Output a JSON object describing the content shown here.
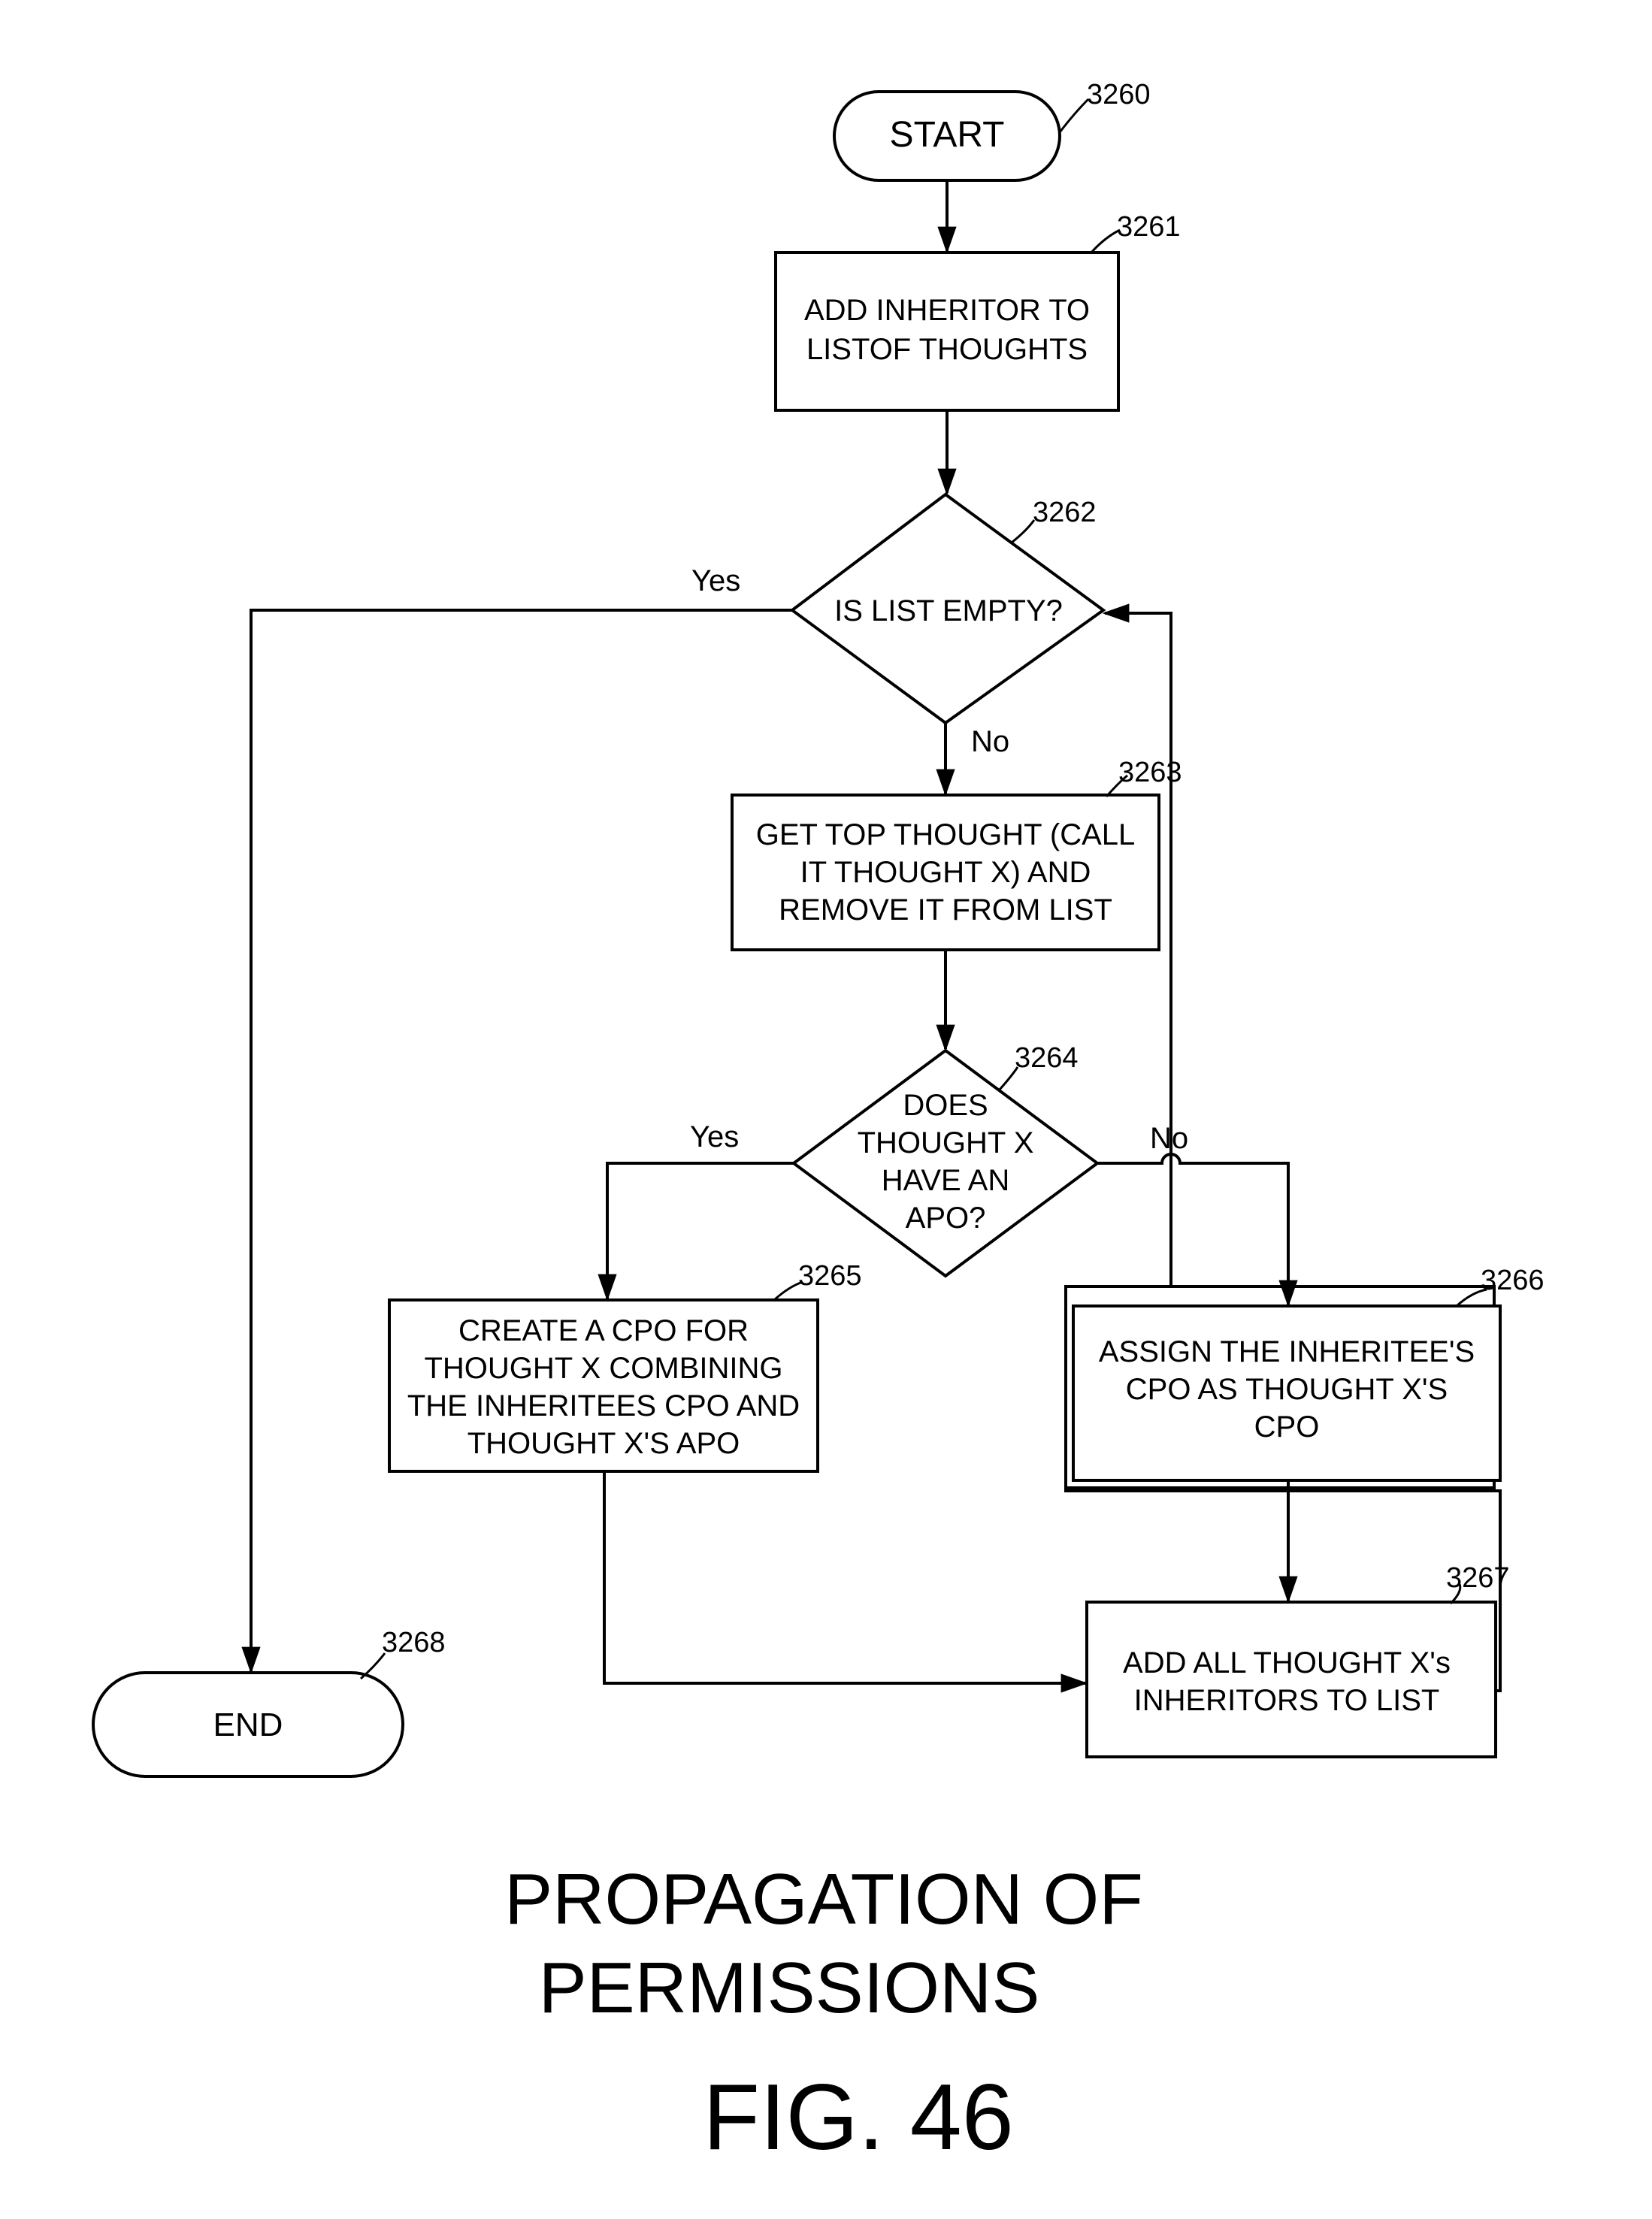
{
  "nodes": {
    "start": {
      "lines": [
        "START"
      ],
      "ref": "3260"
    },
    "add_inheritor": {
      "lines": [
        "ADD INHERITOR TO",
        "LISTOF THOUGHTS"
      ],
      "ref": "3261"
    },
    "is_list_empty": {
      "lines": [
        "IS LIST EMPTY?"
      ],
      "ref": "3262"
    },
    "get_top_thought": {
      "lines": [
        "GET TOP THOUGHT (CALL",
        "IT THOUGHT X) AND",
        "REMOVE IT FROM LIST"
      ],
      "ref": "3263"
    },
    "does_have_apo": {
      "lines": [
        "DOES",
        "THOUGHT X",
        "HAVE AN",
        "APO?"
      ],
      "ref": "3264"
    },
    "create_cpo": {
      "lines": [
        "CREATE A CPO FOR",
        "THOUGHT X COMBINING",
        "THE INHERITEES CPO AND",
        "THOUGHT X'S APO"
      ],
      "ref": "3265"
    },
    "assign_cpo": {
      "lines": [
        "ASSIGN THE INHERITEE'S",
        "CPO AS THOUGHT X'S",
        "CPO"
      ],
      "ref": "3266"
    },
    "add_all_inheritors": {
      "lines": [
        "ADD ALL THOUGHT X's",
        "INHERITORS TO LIST"
      ],
      "ref": "3267"
    },
    "end": {
      "lines": [
        "END"
      ],
      "ref": "3268"
    }
  },
  "edge_labels": {
    "empty_yes": "Yes",
    "empty_no": "No",
    "apo_yes": "Yes",
    "apo_no": "No"
  },
  "caption": {
    "line1": "PROPAGATION OF",
    "line2": "PERMISSIONS"
  },
  "figure_label": "FIG. 46"
}
